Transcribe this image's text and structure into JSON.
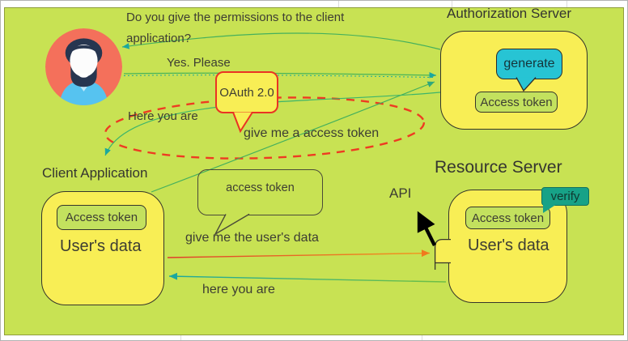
{
  "window": {
    "canvas_color": "#c8e253",
    "page_background": "#ffffff"
  },
  "colors": {
    "panel_yellow": "#f8ee55",
    "token_green": "#c3e15e",
    "generate_cyan": "#27c4d4",
    "verify_teal": "#17a287",
    "accent_red": "#ea3323",
    "arrow_green": "#44b05c",
    "arrow_teal": "#1ba89e",
    "arrow_orange": "#f07a1e",
    "arrow_black": "#000000",
    "text": "#3d3d33"
  },
  "user": {
    "avatar": "man-avatar",
    "question": "Do you give the permissions to the client application?",
    "consent": "Yes. Please"
  },
  "labels": {
    "oauth_badge": "OAuth 2.0",
    "here_you_are_top": "Here you are",
    "give_me_access_token": "give me a access token",
    "access_token_bubble": "access token",
    "give_me_users_data": "give me the user's data",
    "here_you_are_bottom": "here you are",
    "api": "API"
  },
  "authorization_server": {
    "title": "Authorization Server",
    "generate": "generate",
    "access_token": "Access token"
  },
  "client_application": {
    "title": "Client Application",
    "access_token": "Access token",
    "users_data": "User's data"
  },
  "resource_server": {
    "title": "Resource Server",
    "verify": "verify",
    "access_token": "Access token",
    "users_data": "User's data"
  }
}
